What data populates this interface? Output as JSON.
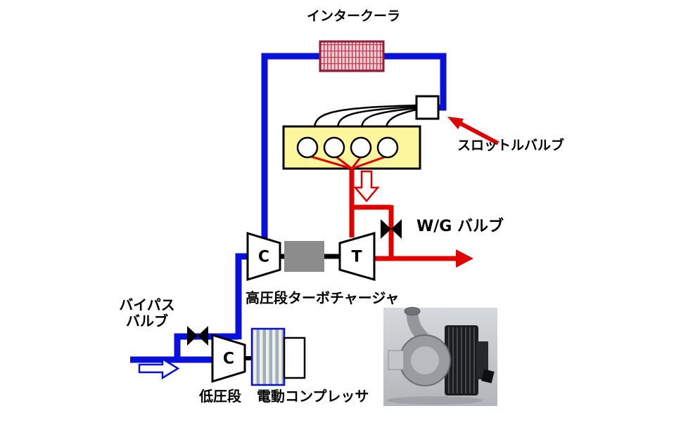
{
  "labels": {
    "intercooler": "インタークーラ",
    "throttle_valve": "スロットルバルブ",
    "wastegate_valve": "W/G バルブ",
    "hp_turbocharger": "高圧段ターボチャージャ",
    "bypass_line1": "バイパス",
    "bypass_line2": "バルブ",
    "lp_stage_prefix": "低圧段",
    "lp_stage_name": "電動コンプレッサ"
  },
  "letters": {
    "hp_compressor": "C",
    "hp_turbine": "T",
    "lp_compressor": "C"
  },
  "colors": {
    "intake_pipe": "#0a10dc",
    "exhaust_pipe": "#e00000",
    "engine_fill": "#fcf69c",
    "turbo_shaft": "#8c8c8c",
    "intercooler_core": "#f0ccd2",
    "intercooler_hatch": "#c23a50"
  }
}
